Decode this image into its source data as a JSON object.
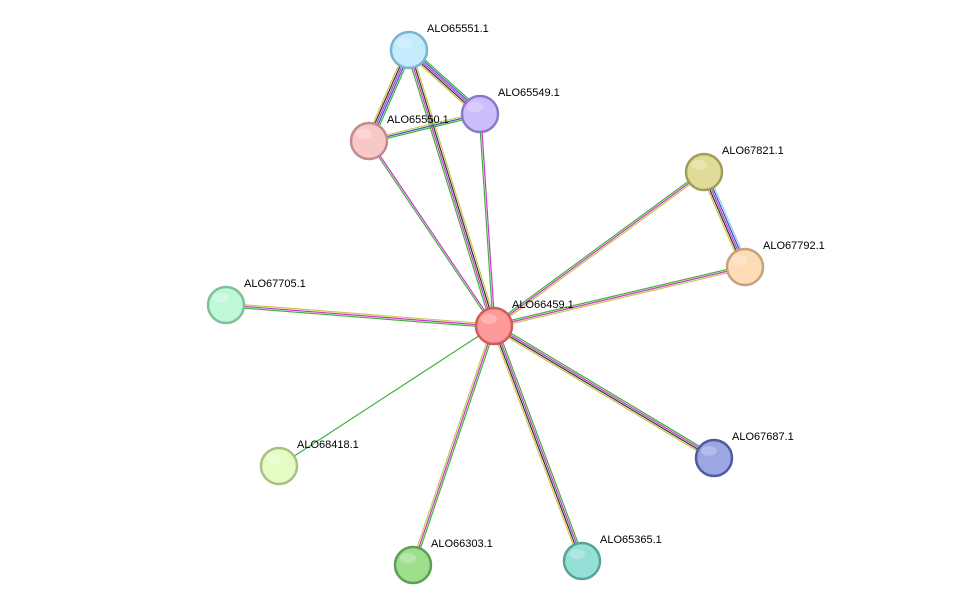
{
  "network": {
    "nodes": [
      {
        "id": "ALO66459.1",
        "label": "ALO66459.1",
        "fill": "#ff9a9a",
        "stroke": "#d15a5a"
      },
      {
        "id": "ALO65551.1",
        "label": "ALO65551.1",
        "fill": "#c4eafc",
        "stroke": "#7ab3cf"
      },
      {
        "id": "ALO65549.1",
        "label": "ALO65549.1",
        "fill": "#cdbdfb",
        "stroke": "#8e78c8"
      },
      {
        "id": "ALO65550.1",
        "label": "ALO65550.1",
        "fill": "#f8c8c8",
        "stroke": "#c48b8b"
      },
      {
        "id": "ALO67821.1",
        "label": "ALO67821.1",
        "fill": "#dedc98",
        "stroke": "#a09d5a"
      },
      {
        "id": "ALO67792.1",
        "label": "ALO67792.1",
        "fill": "#fddcb8",
        "stroke": "#c7a27c"
      },
      {
        "id": "ALO67705.1",
        "label": "ALO67705.1",
        "fill": "#c0f7d8",
        "stroke": "#7fbf9a"
      },
      {
        "id": "ALO68418.1",
        "label": "ALO68418.1",
        "fill": "#e4fbc2",
        "stroke": "#a7c084"
      },
      {
        "id": "ALO66303.1",
        "label": "ALO66303.1",
        "fill": "#9edf8e",
        "stroke": "#5c9f55"
      },
      {
        "id": "ALO65365.1",
        "label": "ALO65365.1",
        "fill": "#95e0d6",
        "stroke": "#55a39a"
      },
      {
        "id": "ALO67687.1",
        "label": "ALO67687.1",
        "fill": "#9ba6e3",
        "stroke": "#4f5aa3"
      }
    ],
    "edges": [
      {
        "source": "ALO66459.1",
        "target": "ALO65551.1",
        "colors": [
          "#3bb33b",
          "#cc33cc",
          "#333333",
          "#c8c84a"
        ]
      },
      {
        "source": "ALO66459.1",
        "target": "ALO65549.1",
        "colors": [
          "#3bb33b",
          "#cc33cc"
        ]
      },
      {
        "source": "ALO66459.1",
        "target": "ALO65550.1",
        "colors": [
          "#3bb33b",
          "#cc33cc"
        ]
      },
      {
        "source": "ALO66459.1",
        "target": "ALO67821.1",
        "colors": [
          "#3bb33b",
          "#cc33cc",
          "#c8c84a"
        ]
      },
      {
        "source": "ALO66459.1",
        "target": "ALO67792.1",
        "colors": [
          "#3bb33b",
          "#cc33cc",
          "#c8c84a"
        ]
      },
      {
        "source": "ALO66459.1",
        "target": "ALO67705.1",
        "colors": [
          "#3bb33b",
          "#cc33cc",
          "#c8c84a"
        ]
      },
      {
        "source": "ALO66459.1",
        "target": "ALO68418.1",
        "colors": [
          "#3bb33b"
        ]
      },
      {
        "source": "ALO66459.1",
        "target": "ALO66303.1",
        "colors": [
          "#3bb33b",
          "#cc33cc",
          "#c8c84a"
        ]
      },
      {
        "source": "ALO66459.1",
        "target": "ALO65365.1",
        "colors": [
          "#3bb33b",
          "#cc33cc",
          "#333333",
          "#c8c84a"
        ]
      },
      {
        "source": "ALO66459.1",
        "target": "ALO67687.1",
        "colors": [
          "#3bb33b",
          "#cc33cc",
          "#333333",
          "#c8c84a"
        ]
      },
      {
        "source": "ALO65551.1",
        "target": "ALO65549.1",
        "colors": [
          "#3bb33b",
          "#3355cc",
          "#cc33cc",
          "#333333",
          "#c8c84a"
        ]
      },
      {
        "source": "ALO65551.1",
        "target": "ALO65550.1",
        "colors": [
          "#3bb33b",
          "#3355cc",
          "#cc33cc",
          "#333333",
          "#c8c84a"
        ]
      },
      {
        "source": "ALO65549.1",
        "target": "ALO65550.1",
        "colors": [
          "#3bb33b",
          "#3355cc",
          "#c8c84a"
        ]
      },
      {
        "source": "ALO67821.1",
        "target": "ALO67792.1",
        "colors": [
          "#99ccee",
          "#3355cc",
          "#cc33cc",
          "#333333",
          "#c8c84a"
        ]
      }
    ]
  }
}
